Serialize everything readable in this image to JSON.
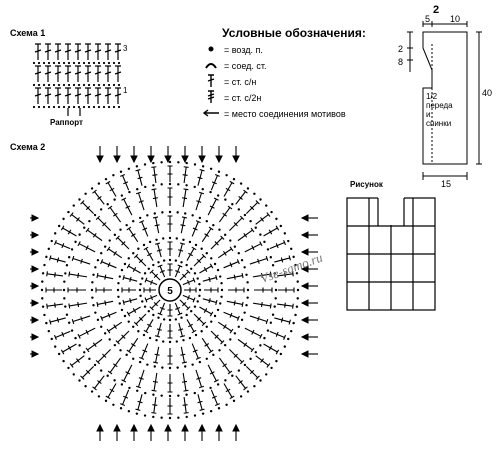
{
  "scheme1": {
    "title": "Схема 1",
    "row_numbers": [
      "3",
      "1"
    ],
    "caption": "Раппорт"
  },
  "scheme2": {
    "title": "Схема 2",
    "center_label": "5"
  },
  "legend": {
    "title": "Условные обозначения:",
    "items": [
      {
        "icon": "dot-icon",
        "text": "= возд. п."
      },
      {
        "icon": "arc-icon",
        "text": "= соед. ст."
      },
      {
        "icon": "dc-stitch-icon",
        "text": "= ст. с/н"
      },
      {
        "icon": "hdc-stitch-icon",
        "text": "= ст. с/2н"
      },
      {
        "icon": "arrow-icon",
        "text": "= место соединения мотивов"
      }
    ]
  },
  "pattern": {
    "top_mark": "2",
    "dims": {
      "top_left": "5",
      "top_right": "10",
      "side_a": "2",
      "side_b": "8",
      "height": "40",
      "bottom": "15"
    },
    "label": [
      "1/2",
      "переда",
      "и",
      "спинки"
    ]
  },
  "figure": {
    "title": "Рисунок"
  },
  "watermark": "Vse-samo.ru"
}
